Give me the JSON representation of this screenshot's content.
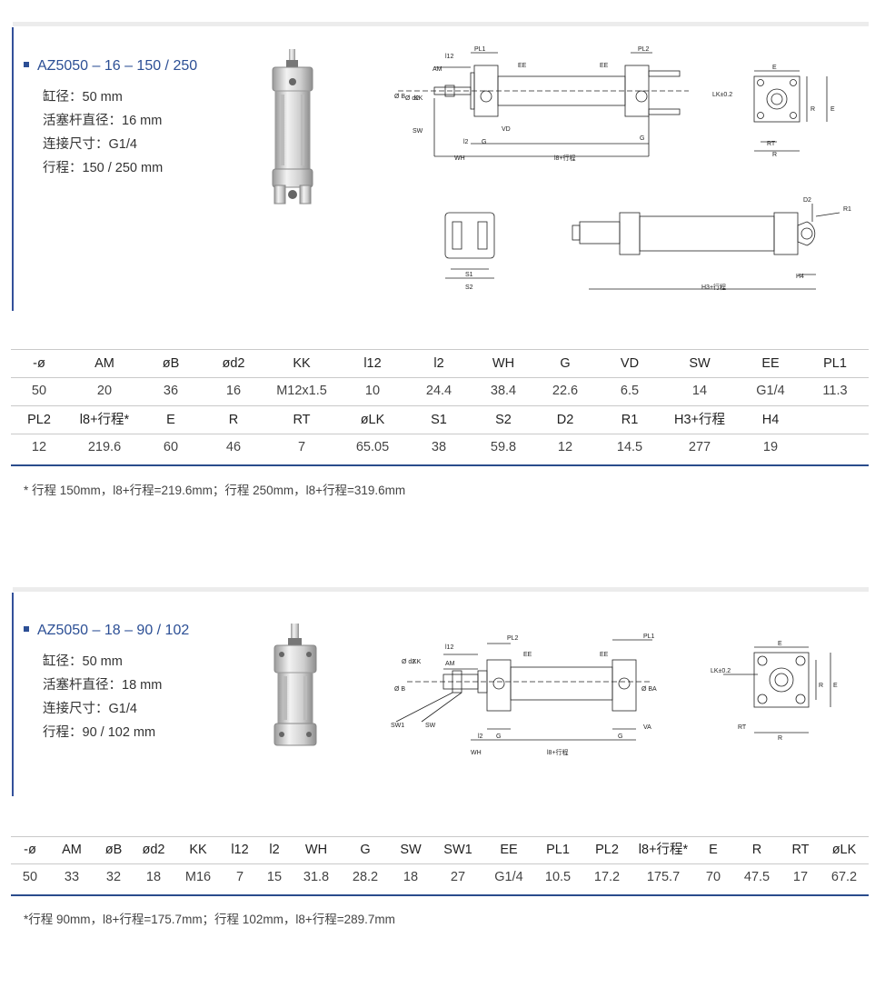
{
  "section1": {
    "title": "AZ5050 – 16 – 150 / 250",
    "specs": [
      "缸径：50 mm",
      "活塞杆直径：16 mm",
      "连接尺寸：G1/4",
      "行程：150 / 250 mm"
    ],
    "drawing_labels": {
      "l12": "l12",
      "am": "AM",
      "pl1": "PL1",
      "pl2": "PL2",
      "ee1": "EE",
      "ee2": "EE",
      "b": "Ø B",
      "d2": "Ø d2",
      "kk": "KK",
      "sw": "SW",
      "vd": "VD",
      "l2": "l2",
      "g1": "G",
      "g2": "G",
      "wh": "WH",
      "l8": "l8+行程",
      "e_top": "E",
      "lk": "LK±0.2",
      "r_right": "R",
      "e_right": "E",
      "rt": "RT",
      "r_bottom": "R",
      "s1": "S1",
      "s2": "S2",
      "d2b": "D2",
      "r1": "R1",
      "h4": "H4",
      "h3": "H3+行程"
    },
    "table": {
      "header1": [
        "-ø",
        "AM",
        "øB",
        "ød2",
        "KK",
        "l12",
        "l2",
        "WH",
        "G",
        "VD",
        "SW",
        "EE",
        "PL1"
      ],
      "values1": [
        "50",
        "20",
        "36",
        "16",
        "M12x1.5",
        "10",
        "24.4",
        "38.4",
        "22.6",
        "6.5",
        "14",
        "G1/4",
        "11.3"
      ],
      "header2": [
        "PL2",
        "l8+行程*",
        "E",
        "R",
        "RT",
        "øLK",
        "S1",
        "S2",
        "D2",
        "R1",
        "H3+行程",
        "H4"
      ],
      "values2": [
        "12",
        "219.6",
        "60",
        "46",
        "7",
        "65.05",
        "38",
        "59.8",
        "12",
        "14.5",
        "277",
        "19"
      ]
    },
    "note": "* 行程 150mm，l8+行程=219.6mm；行程 250mm，l8+行程=319.6mm"
  },
  "section2": {
    "title": "AZ5050 – 18 – 90 / 102",
    "specs": [
      "缸径：50 mm",
      "活塞杆直径：18 mm",
      "连接尺寸：G1/4",
      "行程：90 / 102 mm"
    ],
    "drawing_labels": {
      "d2": "Ø d2",
      "kk": "KK",
      "l12": "l12",
      "am": "AM",
      "pl2": "PL2",
      "ee1": "EE",
      "ee2": "EE",
      "pl1": "PL1",
      "b": "Ø B",
      "ba": "Ø BA",
      "sw1": "SW1",
      "sw": "SW",
      "va": "VA",
      "l2": "l2",
      "g1": "G",
      "g2": "G",
      "wh": "WH",
      "l8": "l8+行程",
      "e_top": "E",
      "lk": "LK±0.2",
      "r_right": "R",
      "e_right": "E",
      "rt": "RT",
      "r_bottom": "R"
    },
    "table": {
      "header": [
        "-ø",
        "AM",
        "øB",
        "ød2",
        "KK",
        "l12",
        "l2",
        "WH",
        "G",
        "SW",
        "SW1",
        "EE",
        "PL1",
        "PL2",
        "l8+行程*",
        "E",
        "R",
        "RT",
        "øLK"
      ],
      "values": [
        "50",
        "33",
        "32",
        "18",
        "M16",
        "7",
        "15",
        "31.8",
        "28.2",
        "18",
        "27",
        "G1/4",
        "10.5",
        "17.2",
        "175.7",
        "70",
        "47.5",
        "17",
        "67.2"
      ]
    },
    "note": "*行程 90mm，l8+行程=175.7mm；行程 102mm，l8+行程=289.7mm"
  }
}
